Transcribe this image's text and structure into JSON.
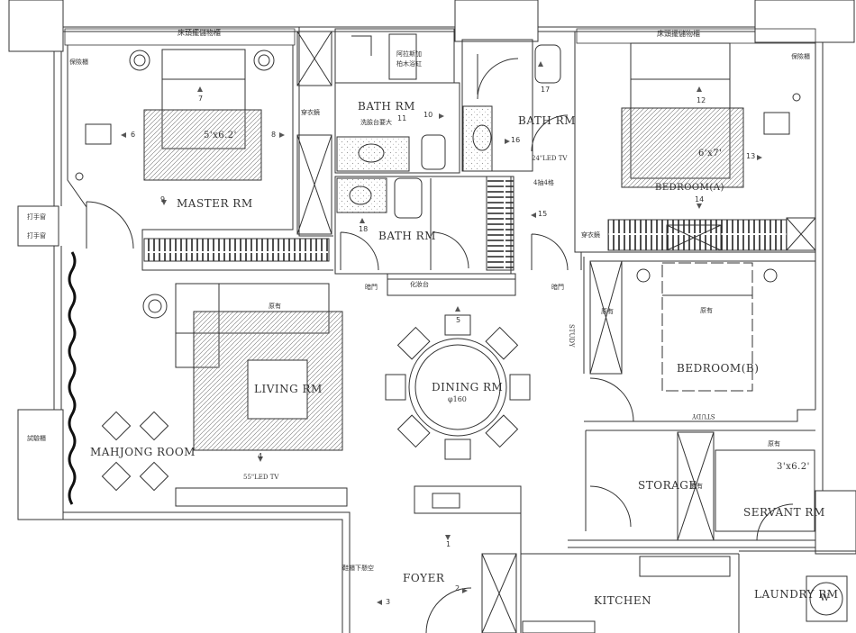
{
  "rooms": {
    "master": "MASTER RM",
    "bath1": "BATH RM",
    "bath2": "BATH RM",
    "bath3": "BATH RM",
    "bedroom_a": "BEDROOM(A)",
    "bedroom_b": "BEDROOM(B)",
    "living": "LIVING RM",
    "dining": "DINING RM",
    "mahjong": "MAHJONG ROOM",
    "storage": "STORAGE",
    "servant": "SERVANT RM",
    "foyer": "FOYER",
    "kitchen": "KITCHEN",
    "laundry": "LAUNDRY RM"
  },
  "dims": {
    "master_bed": "5'x6.2'",
    "bed_a": "6'x7'",
    "servant_bed": "3'x6.2'",
    "dining_dia": "φ160"
  },
  "notes": {
    "headboard_left": "床頭擺儲物櫃",
    "headboard_right": "床頭擺儲物櫃",
    "safe_left": "保險櫃",
    "safe_right": "保險櫃",
    "tub": "阿拉斯加",
    "tub2": "柏木浴缸",
    "basin": "洗臉台要大",
    "mirror_master": "穿衣鏡",
    "mirror_a": "穿衣鏡",
    "tv_wall": "55\"LED TV",
    "tv_bath": "24\"LED TV",
    "drawers": "4抽4格",
    "hidden_door_left": "暗門",
    "hidden_door_right": "暗門",
    "vanity": "化妝台",
    "existing_sofa": "原有",
    "existing_bed_b": "原有",
    "existing_bed_b2": "原有",
    "existing_servant": "原有",
    "existing_storage": "原有",
    "study": "STUDY",
    "study2": "STUDY",
    "shoe": "鞋櫃下懸空",
    "washer": "W",
    "shaft_left": "打手窗",
    "shaft_left2": "打手窗",
    "shaft_left3": "試驗櫃"
  },
  "markers": [
    "1",
    "2",
    "3",
    "4",
    "5",
    "6",
    "7",
    "8",
    "9",
    "10",
    "11",
    "12",
    "13",
    "14",
    "15",
    "16",
    "17",
    "18"
  ]
}
